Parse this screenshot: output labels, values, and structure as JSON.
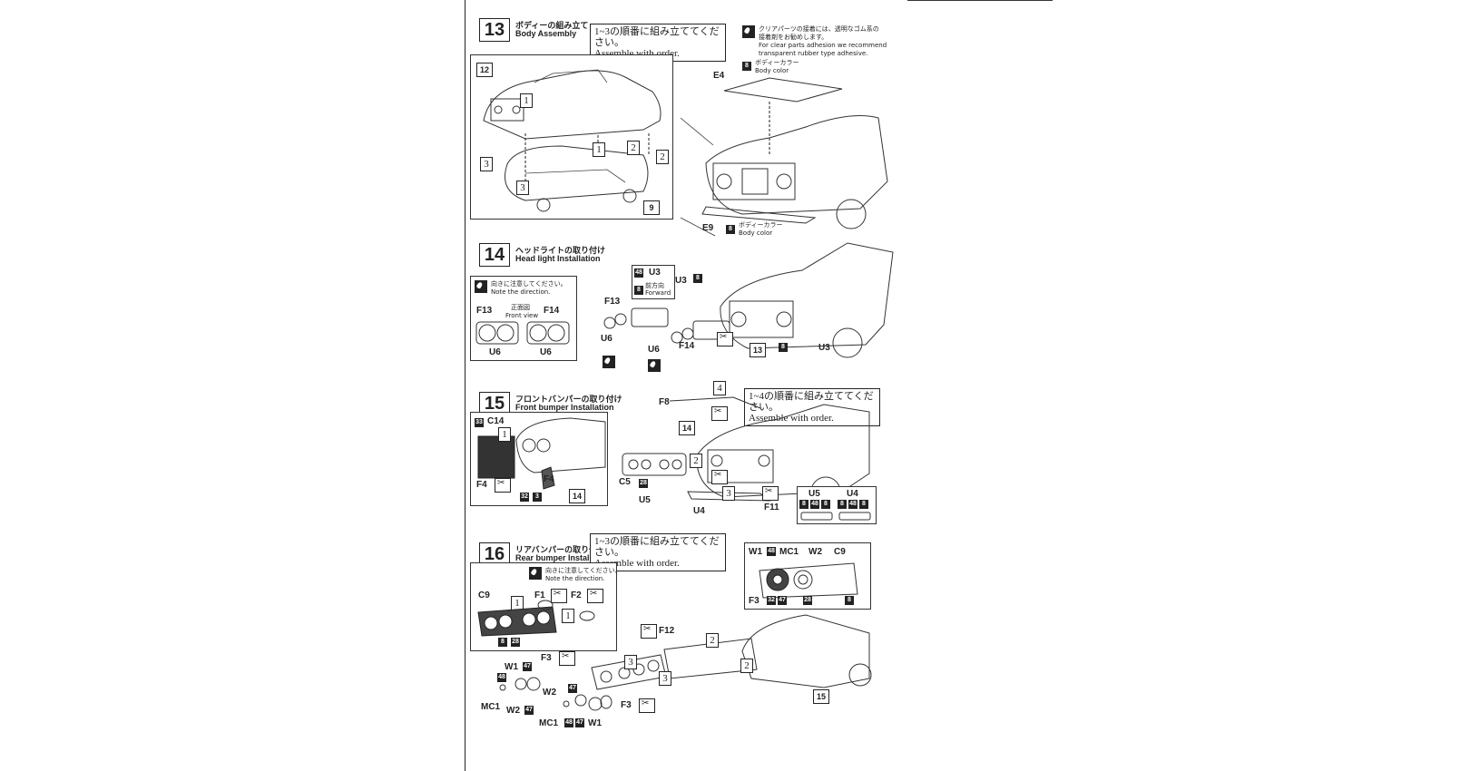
{
  "steps": [
    {
      "number": "13",
      "title_ja": "ボディーの組み立て",
      "title_en": "Body Assembly",
      "order_note_ja": "1~3の順番に組み立ててください。",
      "order_note_en": "Assemble with order.",
      "clear_note_ja": "クリアパーツの接着には、透明なゴム系の",
      "clear_note_ja2": "接着剤をお勧めします。",
      "clear_note_en": "For clear parts adhesion we recommend",
      "clear_note_en2": "transparent rubber type adhesive.",
      "part_e4": "E4",
      "part_e9": "E9",
      "body_color_ja": "ボディーカラー",
      "body_color_en": "Body color",
      "color_code": "8",
      "ref_12": "12",
      "ref_9": "9",
      "order_1": "1",
      "order_2": "2",
      "order_3": "3"
    },
    {
      "number": "14",
      "title_ja": "ヘッドライトの取り付け",
      "title_en": "Head light Installation",
      "direction_ja": "向きに注意してください。",
      "direction_en": "Note the direction.",
      "front_view_ja": "正面図",
      "front_view_en": "Front view",
      "part_f13": "F13",
      "part_f14": "F14",
      "part_u6": "U6",
      "part_u3": "U3",
      "forward_ja": "前方向",
      "forward_en": "Forward",
      "code_48": "48",
      "code_8": "8",
      "ref_13": "13"
    },
    {
      "number": "15",
      "title_ja": "フロントバンパーの取り付け",
      "title_en": "Front bumper Installation",
      "order_note_ja": "1~4の順番に組み立ててください。",
      "order_note_en": "Assemble with order.",
      "part_c14": "C14",
      "part_f4": "F4",
      "part_f8": "F8",
      "part_c5": "C5",
      "part_u5": "U5",
      "part_u4": "U4",
      "part_f11": "F11",
      "code_33": "33",
      "code_28": "28",
      "code_32": "32",
      "code_3": "3",
      "ref_14": "14",
      "order_4": "4"
    },
    {
      "number": "16",
      "title_ja": "リアバンパーの取り付け",
      "title_en": "Rear bumper Installation",
      "order_note_ja": "1~3の順番に組み立ててください。",
      "order_note_en": "Assemble with order.",
      "direction_ja": "向きに注意してください。",
      "direction_en": "Note the direction.",
      "part_w1": "W1",
      "part_mc1": "MC1",
      "part_w2": "W2",
      "part_c9": "C9",
      "part_f3": "F3",
      "part_f1": "F1",
      "part_f2": "F2",
      "part_f12": "F12",
      "code_48": "48",
      "code_32": "32",
      "code_47": "47",
      "code_28": "28",
      "code_8": "8",
      "ref_15": "15"
    }
  ]
}
